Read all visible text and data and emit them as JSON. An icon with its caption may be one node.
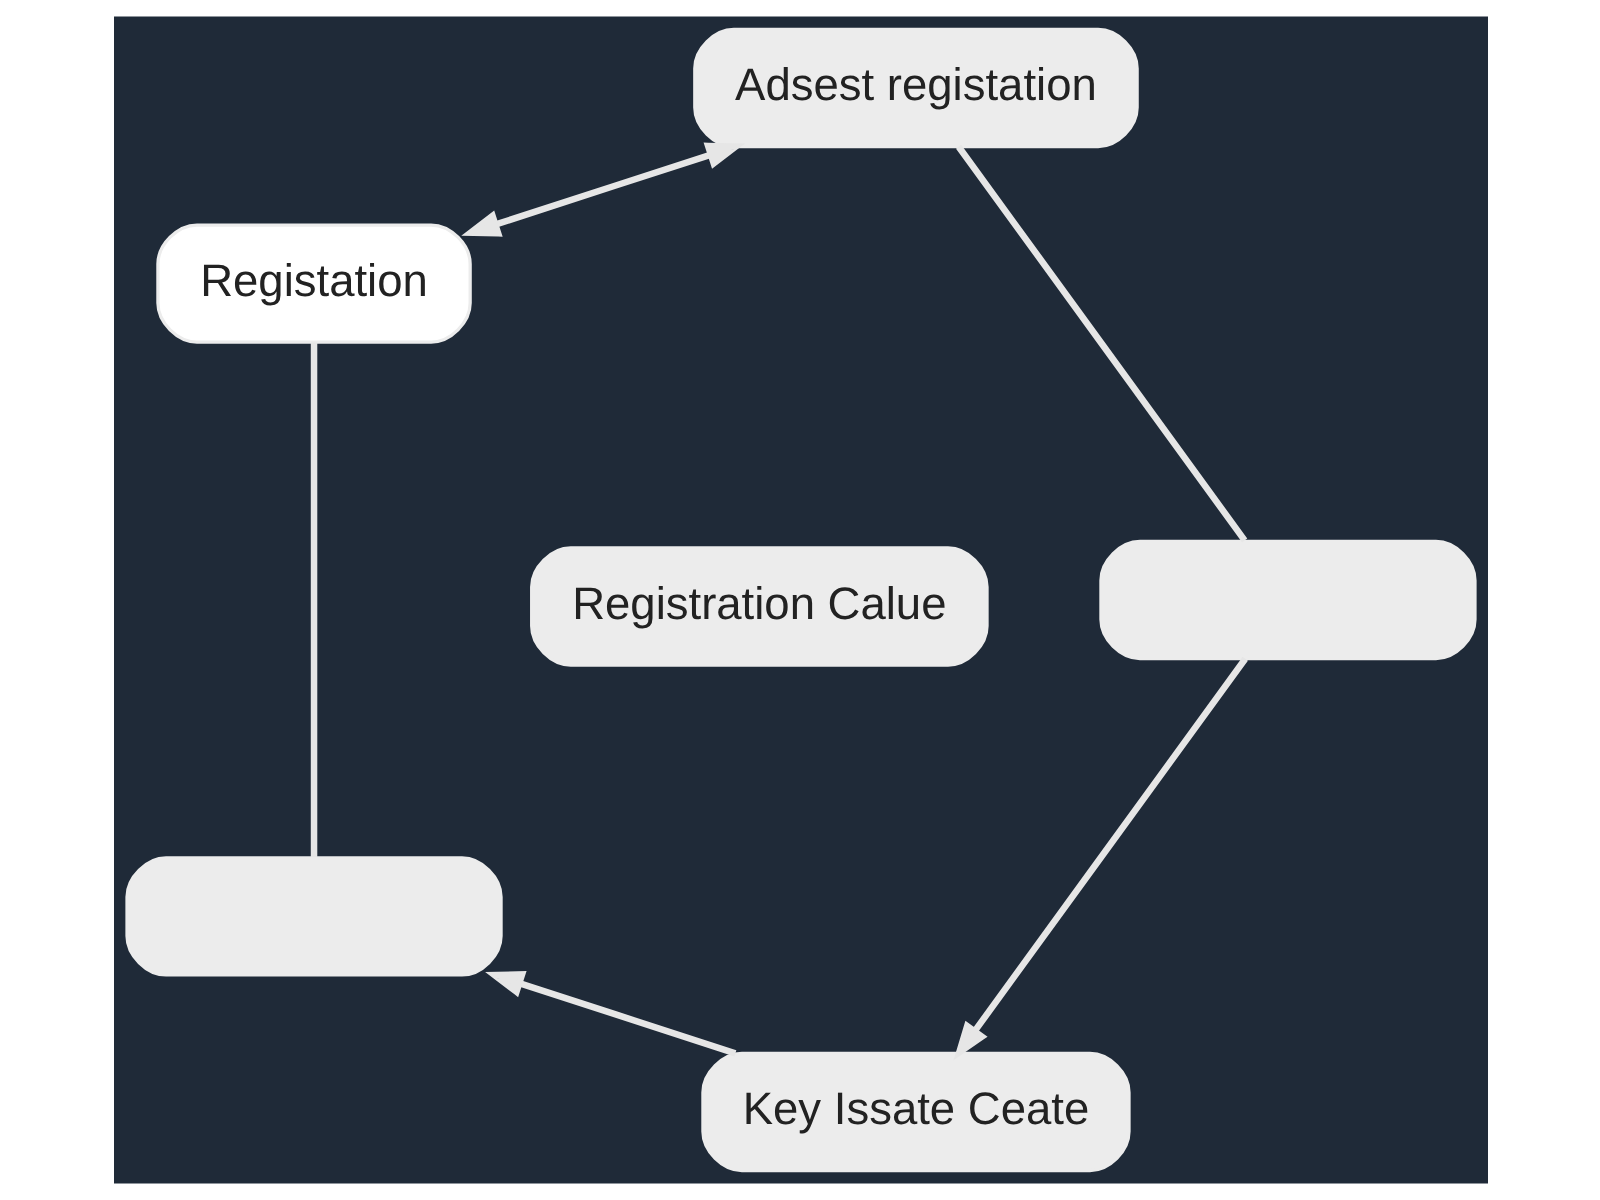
{
  "diagram": {
    "nodes": [
      {
        "text": [
          "Registration Calue"
        ]
      },
      {
        "text": [
          "Key Issate Ceate"
        ]
      },
      {
        "text": [],
        "shape": "box"
      },
      {
        "text": [
          "Registation"
        ]
      },
      {
        "text": [
          "Adsest registation"
        ]
      },
      {
        "text": [],
        "shape": "box"
      }
    ],
    "edges": [
      {
        "from": 1,
        "to": 2,
        "arrow": "to"
      },
      {
        "from": 2,
        "to": 3,
        "arrow": "none"
      },
      {
        "from": 3,
        "to": 4,
        "arrow": "both"
      },
      {
        "from": 4,
        "to": 5,
        "arrow": "none"
      },
      {
        "from": 5,
        "to": 1,
        "arrow": "to"
      }
    ]
  }
}
